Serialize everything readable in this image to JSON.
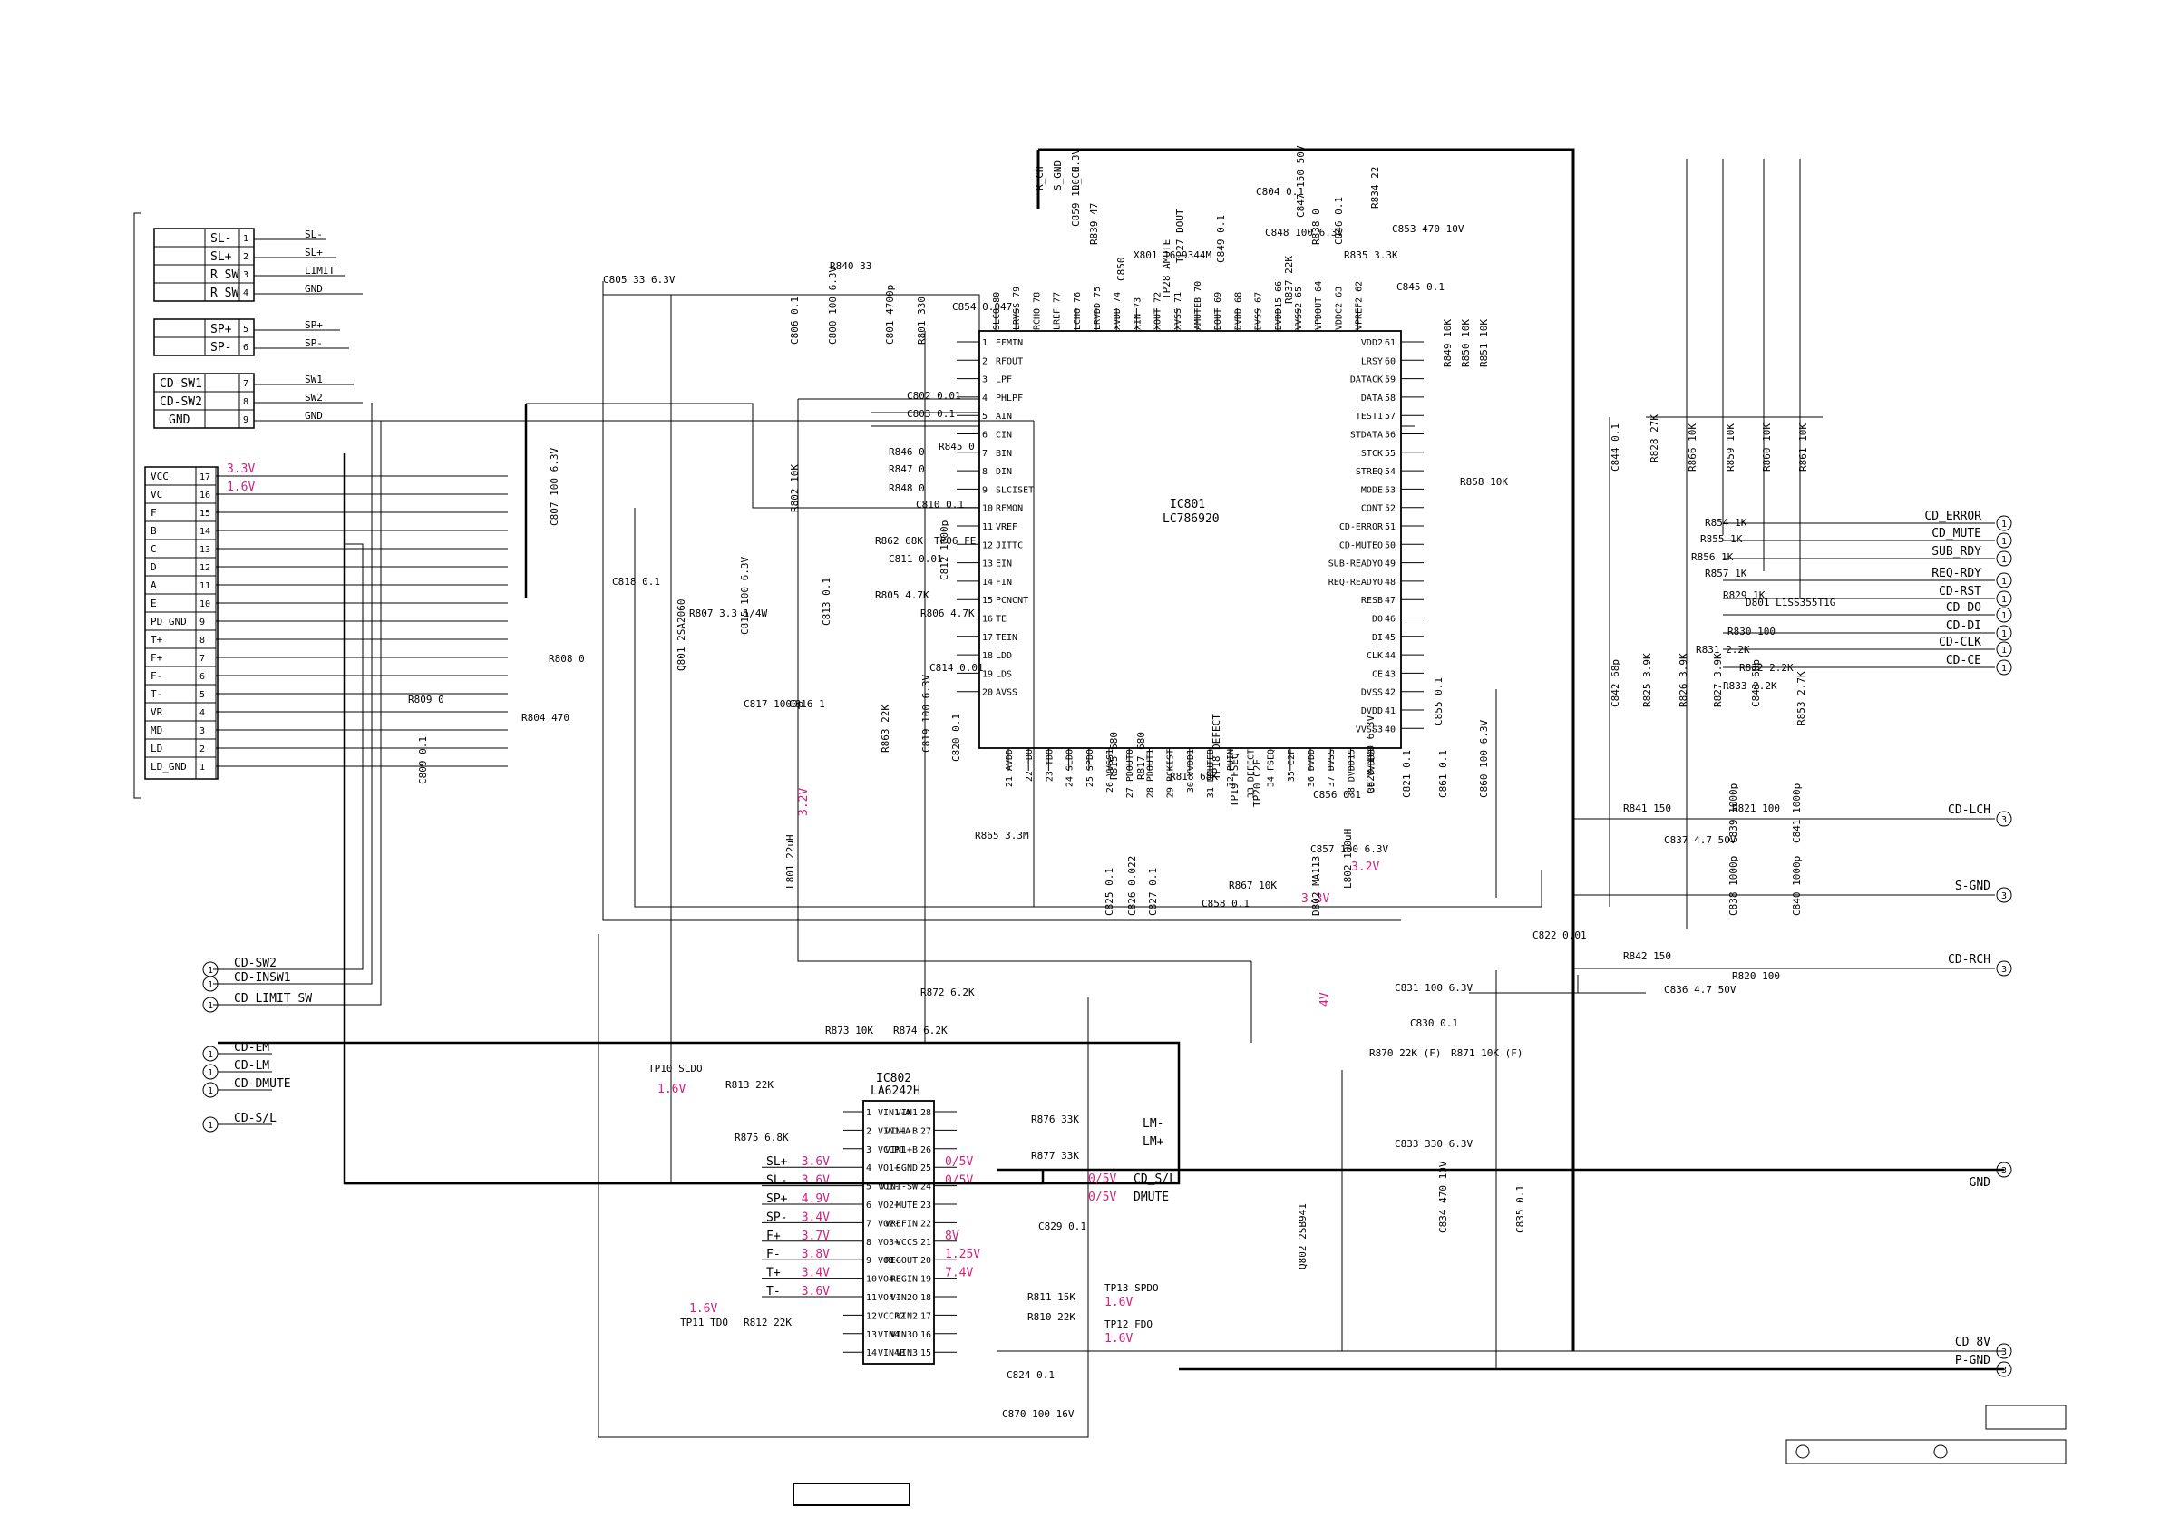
{
  "connector_sled": {
    "pins": [
      {
        "n": "1",
        "label": "SL-",
        "net": "SL-"
      },
      {
        "n": "2",
        "label": "SL+",
        "net": "SL+"
      },
      {
        "n": "3",
        "label": "R SW",
        "net": "LIMIT"
      },
      {
        "n": "4",
        "label": "R SW",
        "net": "GND"
      }
    ]
  },
  "connector_spindle": {
    "pins": [
      {
        "n": "5",
        "label": "SP+",
        "net": "SP+"
      },
      {
        "n": "6",
        "label": "SP-",
        "net": "SP-"
      }
    ]
  },
  "connector_sw": {
    "pins": [
      {
        "n": "7",
        "label": "CD-SW1",
        "net": "SW1"
      },
      {
        "n": "8",
        "label": "CD-SW2",
        "net": "SW2"
      },
      {
        "n": "9",
        "label": "GND",
        "net": "GND"
      }
    ]
  },
  "connector_pickup": {
    "pins": [
      {
        "n": "17",
        "label": "VCC"
      },
      {
        "n": "16",
        "label": "VC"
      },
      {
        "n": "15",
        "label": "F"
      },
      {
        "n": "14",
        "label": "B"
      },
      {
        "n": "13",
        "label": "C"
      },
      {
        "n": "12",
        "label": "D"
      },
      {
        "n": "11",
        "label": "A"
      },
      {
        "n": "10",
        "label": "E"
      },
      {
        "n": "9",
        "label": "PD_GND"
      },
      {
        "n": "8",
        "label": "T+"
      },
      {
        "n": "7",
        "label": "F+"
      },
      {
        "n": "6",
        "label": "F-"
      },
      {
        "n": "5",
        "label": "T-"
      },
      {
        "n": "4",
        "label": "VR"
      },
      {
        "n": "3",
        "label": "MD"
      },
      {
        "n": "2",
        "label": "LD"
      },
      {
        "n": "1",
        "label": "LD_GND"
      }
    ],
    "v_vcc": "3.3V",
    "v_vc": "1.6V"
  },
  "ic801": {
    "ref": "IC801",
    "part": "LC786920",
    "left_pins": [
      {
        "n": "1",
        "name": "EFMIN"
      },
      {
        "n": "2",
        "name": "RFOUT"
      },
      {
        "n": "3",
        "name": "LPF"
      },
      {
        "n": "4",
        "name": "PHLPF"
      },
      {
        "n": "5",
        "name": "AIN"
      },
      {
        "n": "6",
        "name": "CIN"
      },
      {
        "n": "7",
        "name": "BIN"
      },
      {
        "n": "8",
        "name": "DIN"
      },
      {
        "n": "9",
        "name": "SLCISET"
      },
      {
        "n": "10",
        "name": "RFMON"
      },
      {
        "n": "11",
        "name": "VREF"
      },
      {
        "n": "12",
        "name": "JITTC"
      },
      {
        "n": "13",
        "name": "EIN"
      },
      {
        "n": "14",
        "name": "FIN"
      },
      {
        "n": "15",
        "name": "PCNCNT"
      },
      {
        "n": "16",
        "name": "TE"
      },
      {
        "n": "17",
        "name": "TEIN"
      },
      {
        "n": "18",
        "name": "LDD"
      },
      {
        "n": "19",
        "name": "LDS"
      },
      {
        "n": "20",
        "name": "AVSS"
      }
    ],
    "right_pins": [
      {
        "n": "61",
        "name": "VDD2"
      },
      {
        "n": "60",
        "name": "LRSY"
      },
      {
        "n": "59",
        "name": "DATACK"
      },
      {
        "n": "58",
        "name": "DATA"
      },
      {
        "n": "57",
        "name": "TEST1"
      },
      {
        "n": "56",
        "name": "STDATA"
      },
      {
        "n": "55",
        "name": "STCK"
      },
      {
        "n": "54",
        "name": "STREQ"
      },
      {
        "n": "53",
        "name": "MODE"
      },
      {
        "n": "52",
        "name": "CONT"
      },
      {
        "n": "51",
        "name": "CD-ERROR"
      },
      {
        "n": "50",
        "name": "CD-MUTEO"
      },
      {
        "n": "49",
        "name": "SUB-READYO"
      },
      {
        "n": "48",
        "name": "REQ-READYO"
      },
      {
        "n": "47",
        "name": "RESB"
      },
      {
        "n": "46",
        "name": "DO"
      },
      {
        "n": "45",
        "name": "DI"
      },
      {
        "n": "44",
        "name": "CLK"
      },
      {
        "n": "43",
        "name": "CE"
      },
      {
        "n": "42",
        "name": "DVSS"
      },
      {
        "n": "41",
        "name": "DVDD"
      },
      {
        "n": "40",
        "name": "VVSS3"
      }
    ],
    "top_pins": [
      {
        "n": "80",
        "name": "SLCO"
      },
      {
        "n": "79",
        "name": "LRVSS"
      },
      {
        "n": "78",
        "name": "RCHO"
      },
      {
        "n": "77",
        "name": "LREF"
      },
      {
        "n": "76",
        "name": "LCHO"
      },
      {
        "n": "75",
        "name": "LRVDD"
      },
      {
        "n": "74",
        "name": "XVDD"
      },
      {
        "n": "73",
        "name": "XIN"
      },
      {
        "n": "72",
        "name": "XOUT"
      },
      {
        "n": "71",
        "name": "XVSS"
      },
      {
        "n": "70",
        "name": "AMUTEB"
      },
      {
        "n": "69",
        "name": "DOUT"
      },
      {
        "n": "68",
        "name": "DVDD"
      },
      {
        "n": "67",
        "name": "DVSS"
      },
      {
        "n": "66",
        "name": "DVDD15"
      },
      {
        "n": "65",
        "name": "VVSS2"
      },
      {
        "n": "64",
        "name": "VPDOUT"
      },
      {
        "n": "63",
        "name": "VDDC2"
      },
      {
        "n": "62",
        "name": "VPREF2"
      }
    ],
    "bottom_pins": [
      {
        "n": "21",
        "name": "AVDD"
      },
      {
        "n": "22",
        "name": "FDO"
      },
      {
        "n": "23",
        "name": "TDO"
      },
      {
        "n": "24",
        "name": "SLDO"
      },
      {
        "n": "25",
        "name": "SPDO"
      },
      {
        "n": "26",
        "name": "VVSS1"
      },
      {
        "n": "27",
        "name": "PDOUT0"
      },
      {
        "n": "28",
        "name": "PDOUT1"
      },
      {
        "n": "29",
        "name": "PCKIST"
      },
      {
        "n": "30",
        "name": "VVDD1"
      },
      {
        "n": "31",
        "name": "DMUTEB"
      },
      {
        "n": "32",
        "name": "PUIN"
      },
      {
        "n": "33",
        "name": "DEFECT"
      },
      {
        "n": "34",
        "name": "FSEQ"
      },
      {
        "n": "35",
        "name": "C2F"
      },
      {
        "n": "36",
        "name": "DVDD"
      },
      {
        "n": "37",
        "name": "DVSS"
      },
      {
        "n": "38",
        "name": "DVDD15"
      },
      {
        "n": "39",
        "name": "VVDD3"
      }
    ]
  },
  "ic802": {
    "ref": "IC802",
    "part": "LA6242H",
    "left_pins": [
      {
        "n": "1",
        "name": "VIN1-A",
        "net": "",
        "v": ""
      },
      {
        "n": "2",
        "name": "VIN1+A",
        "net": "",
        "v": ""
      },
      {
        "n": "3",
        "name": "VCCP1",
        "net": "",
        "v": ""
      },
      {
        "n": "4",
        "name": "VO1+",
        "net": "SL+",
        "v": "3.6V"
      },
      {
        "n": "5",
        "name": "VO1-",
        "net": "SL-",
        "v": "3.6V"
      },
      {
        "n": "6",
        "name": "VO2+",
        "net": "SP+",
        "v": "4.9V"
      },
      {
        "n": "7",
        "name": "VO2-",
        "net": "SP-",
        "v": "3.4V"
      },
      {
        "n": "8",
        "name": "VO3+",
        "net": "F+",
        "v": "3.7V"
      },
      {
        "n": "9",
        "name": "VO3-",
        "net": "F-",
        "v": "3.8V"
      },
      {
        "n": "10",
        "name": "VO4+",
        "net": "T+",
        "v": "3.4V"
      },
      {
        "n": "11",
        "name": "VO4-",
        "net": "T-",
        "v": "3.6V"
      },
      {
        "n": "12",
        "name": "VCCP2",
        "net": "",
        "v": ""
      },
      {
        "n": "13",
        "name": "VIN4",
        "net": "",
        "v": ""
      },
      {
        "n": "14",
        "name": "VIN4B",
        "net": "",
        "v": ""
      }
    ],
    "right_pins": [
      {
        "n": "28",
        "name": "VIN1",
        "net": "",
        "v": ""
      },
      {
        "n": "27",
        "name": "VIN1-B",
        "net": "LM-",
        "v": ""
      },
      {
        "n": "26",
        "name": "VIN1+B",
        "net": "LM+",
        "v": ""
      },
      {
        "n": "25",
        "name": "SGND",
        "net": "CD_S/L",
        "v": "0/5V"
      },
      {
        "n": "24",
        "name": "VIN1-SW",
        "net": "DMUTE",
        "v": "0/5V"
      },
      {
        "n": "23",
        "name": "MUTE",
        "net": "",
        "v": ""
      },
      {
        "n": "22",
        "name": "VREFIN",
        "net": "",
        "v": ""
      },
      {
        "n": "21",
        "name": "VCCS",
        "net": "",
        "v": "8V"
      },
      {
        "n": "20",
        "name": "REGOUT",
        "net": "",
        "v": "1.25V"
      },
      {
        "n": "19",
        "name": "REGIN",
        "net": "",
        "v": "7.4V"
      },
      {
        "n": "18",
        "name": "VIN2O",
        "net": "",
        "v": ""
      },
      {
        "n": "17",
        "name": "VIN2",
        "net": "",
        "v": ""
      },
      {
        "n": "16",
        "name": "VIN3O",
        "net": "",
        "v": ""
      },
      {
        "n": "15",
        "name": "VIN3",
        "net": "",
        "v": ""
      }
    ]
  },
  "components": {
    "c805": "C805 33 6.3V",
    "r840": "R840 33",
    "c854": "C854 0.047",
    "r801": "R801 330",
    "c801": "C801 4700p",
    "c800": "C800 100 6.3V",
    "c806": "C806 0.1",
    "c802": "C802 0.01",
    "c803": "C803 0.1",
    "r845": "R845 0",
    "r846": "R846 0",
    "r847": "R847 0",
    "r848": "R848 0",
    "r802": "R802 10K",
    "c810": "C810 0.1",
    "r862": "R862 68K",
    "tp06": "TP06 FE",
    "c811": "C811 0.01",
    "c812": "C812 1000p",
    "r805": "R805 4.7K",
    "r806": "R806 4.7K",
    "c814": "C814 0.01",
    "c807": "C807 100 6.3V",
    "c818": "C818 0.1",
    "r807": "R807 3.3 1/4W",
    "q801": "Q801 2SA2060",
    "c815": "C815 100 6.3V",
    "c813": "C813 0.1",
    "r808": "R808 0",
    "r809": "R809 0",
    "r804": "R804 470",
    "c817": "C817 1000p",
    "c816": "C816 1",
    "c809": "C809 0.1",
    "r863": "R863 22K",
    "c819": "C819 100 6.3V",
    "c820": "C820 0.1",
    "r865": "R865 3.3M",
    "l801": "L801 22uH",
    "v_l801": "3.2V",
    "r839": "R839 47",
    "c859": "C859 100 6.3V",
    "x801": "X801 16.9344M",
    "c850": "C850",
    "tp28": "TP28 AMUTE",
    "tp27": "TP27 DOUT",
    "c849": "C849 0.1",
    "c804": "C804 0.1",
    "c848": "C848 100 6.3V",
    "r837": "R837 22K",
    "c847": "C847 150 50V",
    "r838": "R838 0",
    "c846": "C846 0.1",
    "r834": "R834 22",
    "r835": "R835 3.3K",
    "c853": "C853 470 10V",
    "c845": "C845 0.1",
    "r849": "R849 10K",
    "r850": "R850 10K",
    "r851": "R851 10K",
    "r858": "R858 10K",
    "c844": "C844 0.1",
    "r828": "R828 27K",
    "r866": "R866 10K",
    "r859": "R859 10K",
    "r860": "R860 10K",
    "r861": "R861 10K",
    "r854": "R854 1K",
    "r855": "R855 1K",
    "r856": "R856 1K",
    "r857": "R857 1K",
    "r829": "R829 1K",
    "d801": "D801 L1SS355T1G",
    "r830": "R830 100",
    "r831": "R831 2.2K",
    "r832": "R832 2.2K",
    "r833": "R833 2.2K",
    "c842": "C842 68p",
    "r825": "R825 3.9K",
    "r826": "R826 3.9K",
    "r827": "R827 3.9K",
    "c843": "C843 68p",
    "r853": "R853 2.7K",
    "c855": "C855 0.1",
    "r815": "R815 680",
    "r817": "R817 680",
    "r818": "R818 68K",
    "tp18": "TP18 DEFECT",
    "tp19": "TP19 FSEQ",
    "tp20": "TP20 C2F",
    "c856": "C856 0.1",
    "c857": "C857 100 6.3V",
    "c828": "C828 100 6.3V",
    "c821": "C821 0.1",
    "c861": "C861 0.1",
    "c860": "C860 100 6.3V",
    "r867": "R867 10K",
    "v_r867": "3.2V",
    "c825": "C825 0.1",
    "c826": "C826 0.022",
    "c827": "C827 0.1",
    "c858": "C858 0.1",
    "v_c858": "3.3V",
    "l802": "L802 100uH",
    "d802": "D802 MA113",
    "r841": "R841 150",
    "c837": "C837 4.7 50V",
    "r821": "R821 100",
    "c839": "C839 1000p",
    "c841": "C841 1000p",
    "c822": "C822 0.01",
    "c838": "C838 1000p",
    "c840": "C840 1000p",
    "r842": "R842 150",
    "c836": "C836 4.7 50V",
    "r820": "R820 100",
    "c831": "C831 100 6.3V",
    "c830": "C830 0.1",
    "v_4v": "4V",
    "r870": "R870 22K (F)",
    "r871": "R871 10K (F)",
    "c833": "C833 330 6.3V",
    "q802": "Q802 2SB941",
    "c834": "C834 470 10V",
    "c835": "C835 0.1",
    "r872": "R872 6.2K",
    "r873": "R873 10K",
    "r874": "R874 6.2K",
    "tp10": "TP10 SLDO",
    "v_tp10": "1.6V",
    "r813": "R813 22K",
    "r875": "R875 6.8K",
    "r876": "R876 33K",
    "r877": "R877 33K",
    "c829": "C829 0.1",
    "r811": "R811 15K",
    "tp13": "TP13 SPDO",
    "v_tp13": "1.6V",
    "r810": "R810 22K",
    "tp12": "TP12 FDO",
    "v_tp12": "1.6V",
    "tp11": "TP11 TDO",
    "v_tp11": "1.6V",
    "r812": "R812 22K",
    "c824": "C824 0.1",
    "c870": "C870 100 16V"
  },
  "top_nets": [
    "R_CH",
    "S_GND",
    "L_CH"
  ],
  "left_ports": [
    "CD-SW2",
    "CD-INSW1",
    "CD_LIMIT_SW",
    "CD-EM",
    "CD-LM",
    "CD-DMUTE",
    "CD-S/L"
  ],
  "right_ports": [
    {
      "label": "CD_ERROR",
      "ref": "1"
    },
    {
      "label": "CD_MUTE",
      "ref": "1"
    },
    {
      "label": "SUB_RDY",
      "ref": "1"
    },
    {
      "label": "REQ-RDY",
      "ref": "1"
    },
    {
      "label": "CD-RST",
      "ref": "1"
    },
    {
      "label": "CD-DO",
      "ref": "1"
    },
    {
      "label": "CD-DI",
      "ref": "1"
    },
    {
      "label": "CD-CLK",
      "ref": "1"
    },
    {
      "label": "CD-CE",
      "ref": "1"
    }
  ],
  "audio_ports": [
    {
      "label": "CD-LCH",
      "ref": "3"
    },
    {
      "label": "S-GND",
      "ref": "3"
    },
    {
      "label": "CD-RCH",
      "ref": "3"
    }
  ],
  "power_ports": [
    {
      "label": "GND",
      "ref": "3"
    },
    {
      "label": "CD 8V",
      "ref": "3"
    },
    {
      "label": "P-GND",
      "ref": "3"
    }
  ],
  "port_ref_left": "1",
  "ic802_nets_right": [
    "LM-",
    "LM+",
    "CD_S/L",
    "DMUTE"
  ],
  "ic802_right_volts": [
    "0/5V",
    "0/5V"
  ]
}
